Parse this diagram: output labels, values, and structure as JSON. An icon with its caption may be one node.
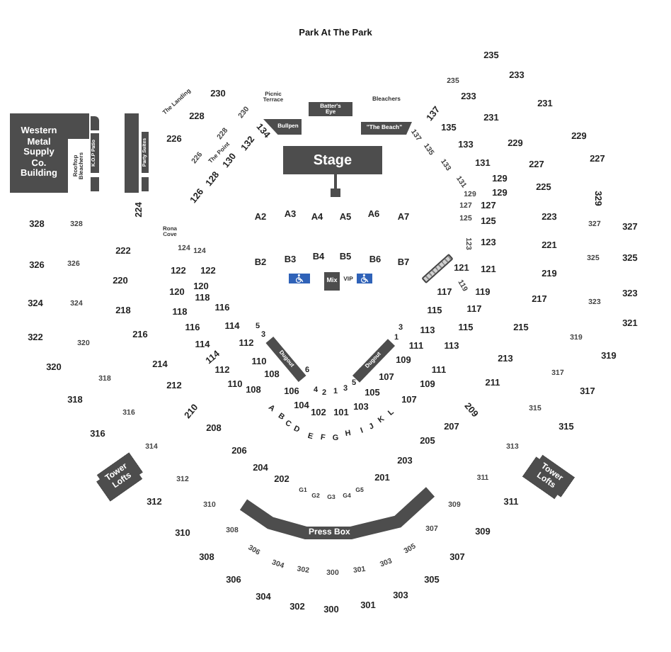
{
  "diagram": {
    "nodes": [
      {
        "text": [
          "Batter's Eye"
        ]
      },
      {
        "text": [
          "Bullpen"
        ]
      },
      {
        "text": [
          "\"The Beach\""
        ]
      },
      {
        "text": [
          "Western Metal Supply Co. Building"
        ]
      },
      {
        "text": [],
        "shape": "box"
      },
      {
        "text": [
          "K.O.P Patio"
        ]
      },
      {
        "text": [],
        "shape": "box"
      },
      {
        "text": [],
        "shape": "box"
      },
      {
        "text": [
          "Party Suites"
        ]
      },
      {
        "text": [],
        "shape": "box"
      },
      {
        "text": [
          "Stage"
        ]
      },
      {
        "text": [],
        "shape": "bar"
      },
      {
        "text": [
          "Mix"
        ]
      },
      {
        "text": [
          "Dugout"
        ]
      },
      {
        "text": [
          "Dugout"
        ]
      },
      {
        "text": [
          "Tower Lofts"
        ]
      },
      {
        "text": [
          "Tower Lofts"
        ]
      },
      {
        "text": [
          "Press Box"
        ]
      }
    ],
    "labels": [
      "Park At The Park",
      "235",
      "235",
      "233",
      "The Landing",
      "230",
      "Picnic Terrace",
      "Bleachers",
      "233",
      "231",
      "228",
      "230",
      "137",
      "231",
      "Rooftop Bleachers",
      "226",
      "228",
      "134",
      "137",
      "135",
      "229",
      "The Point",
      "132",
      "135",
      "133",
      "229",
      "226",
      "130",
      "133",
      "131",
      "227",
      "227",
      "128",
      "131",
      "129",
      "224",
      "126",
      "129",
      "129",
      "225",
      "127",
      "127",
      "329",
      "328",
      "328",
      "A2",
      "A3",
      "A4",
      "A5",
      "A6",
      "A7",
      "125",
      "125",
      "223",
      "Rona Cove",
      "327",
      "327",
      "222",
      "124",
      "124",
      "123",
      "123",
      "221",
      "326",
      "326",
      "B2",
      "B3",
      "B4",
      "B5",
      "B6",
      "B7",
      "325",
      "325",
      "220",
      "122",
      "122",
      "VIP",
      "121",
      "121",
      "219",
      "120",
      "120",
      "118",
      "117",
      "119",
      "119",
      "217",
      "323",
      "323",
      "324",
      "324",
      "218",
      "118",
      "116",
      "115",
      "117",
      "116",
      "114",
      "5",
      "3",
      "113",
      "115",
      "215",
      "321",
      "322",
      "320",
      "216",
      "114",
      "112",
      "3",
      "1",
      "111",
      "113",
      "319",
      "320",
      "214",
      "114",
      "110",
      "109",
      "213",
      "319",
      "318",
      "112",
      "108",
      "6",
      "107",
      "111",
      "317",
      "318",
      "212",
      "110",
      "108",
      "106",
      "4",
      "2",
      "1",
      "3",
      "5",
      "105",
      "109",
      "211",
      "317",
      "316",
      "210",
      "A",
      "104",
      "102",
      "101",
      "103",
      "L",
      "107",
      "209",
      "315",
      "316",
      "208",
      "B",
      "C",
      "D",
      "I",
      "J",
      "K",
      "207",
      "315",
      "314",
      "206",
      "E",
      "F",
      "G",
      "H",
      "205",
      "313",
      "204",
      "203",
      "312",
      "202",
      "201",
      "311",
      "G1",
      "G2",
      "G3",
      "G4",
      "G5",
      "312",
      "310",
      "309",
      "311",
      "310",
      "308",
      "307",
      "309",
      "308",
      "306",
      "304",
      "303",
      "305",
      "307",
      "302",
      "300",
      "301",
      "306",
      "305",
      "304",
      "302",
      "300",
      "301",
      "303"
    ]
  }
}
